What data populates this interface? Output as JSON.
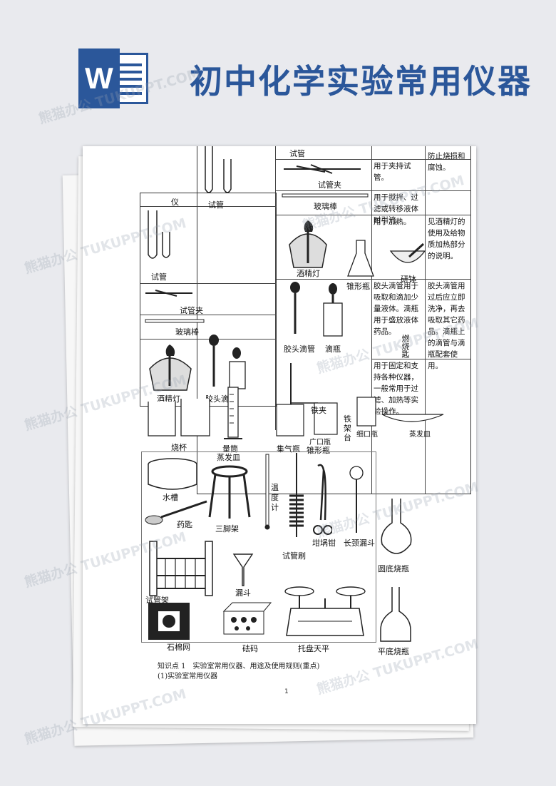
{
  "header": {
    "title": "初中化学实验常用仪器",
    "app_icon": "word-icon",
    "app_letter": "W"
  },
  "page": {
    "top_table": {
      "row1_label": "试管",
      "row2_label": "试管夹",
      "row2_use": "用于夹持试管。",
      "row2_note": "防止烧损和腐蚀。",
      "row3_label": "玻璃棒",
      "row3_use": "用于搅拌、过滤或转移液体时引流。",
      "row4_label": "酒精灯",
      "row4_use": "用于加热。",
      "row4_note": "见酒精灯的使用及给物质加热部分的说明。",
      "row4_extra": "锥形瓶",
      "row4_extra2": "研钵",
      "row5_label_a": "胶头滴管",
      "row5_label_b": "滴瓶",
      "row5_use": "胶头滴管用于吸取和滴加少量液体。滴瓶用于盛放液体药品。",
      "row5_note": "胶头滴管用过后应立即洗净，再去吸取其它药品。滴瓶上的滴管与滴瓶配套使用。",
      "row5_extra": "燃烧匙",
      "row6_use": "用于固定和支持各种仪器，一般常用于过滤、加热等实验操作。",
      "row6_labels": [
        "铁夹",
        "铁架台",
        "细口瓶",
        "广口瓶",
        "蒸发皿",
        "锥形瓶",
        "集气瓶"
      ]
    },
    "left_table": {
      "header": "仪",
      "labels": [
        "试管",
        "试管夹",
        "玻璃棒",
        "酒精灯",
        "胶头滴管",
        "烧杯",
        "量筒",
        "蒸发皿"
      ]
    },
    "figure_labels": [
      "水槽",
      "药匙",
      "三脚架",
      "温度计",
      "试管刷",
      "坩埚钳",
      "长颈漏斗",
      "圆底烧瓶",
      "试管架",
      "漏斗",
      "石棉网",
      "砝码",
      "托盘天平",
      "平底烧瓶"
    ],
    "footer_line1": "知识点 1　实验室常用仪器、用途及使用规则(重点)",
    "footer_line2": "(1)实验室常用仪器",
    "page_number": "1"
  },
  "watermark": "熊猫办公 TUKUPPT.COM"
}
